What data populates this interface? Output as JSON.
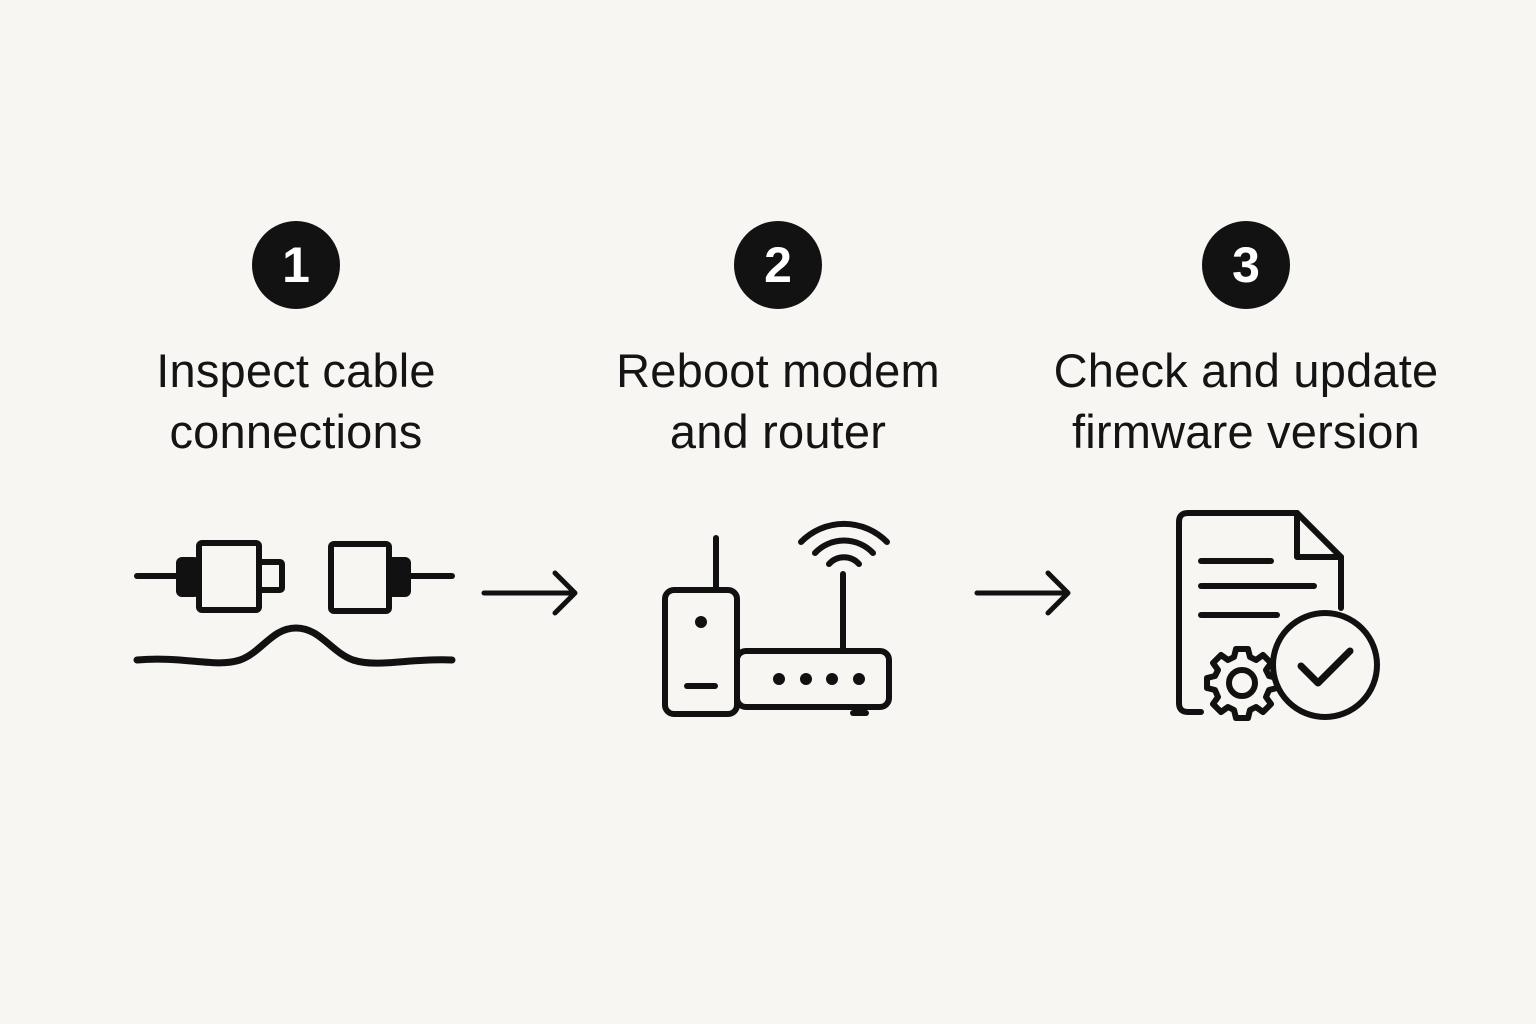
{
  "steps": [
    {
      "number": "1",
      "label_lines": [
        "Inspect cable",
        "connections"
      ],
      "icon": "cable-connectors-icon"
    },
    {
      "number": "2",
      "label_lines": [
        "Reboot modem",
        "and router"
      ],
      "icon": "modem-router-wifi-icon"
    },
    {
      "number": "3",
      "label_lines": [
        "Check and update",
        "firmware version"
      ],
      "icon": "firmware-document-gear-check-icon"
    }
  ],
  "connectors": [
    "arrow-right-icon",
    "arrow-right-icon"
  ],
  "colors": {
    "background": "#f7f6f2",
    "ink": "#111111",
    "badge": "#121212",
    "badge_text": "#ffffff"
  }
}
